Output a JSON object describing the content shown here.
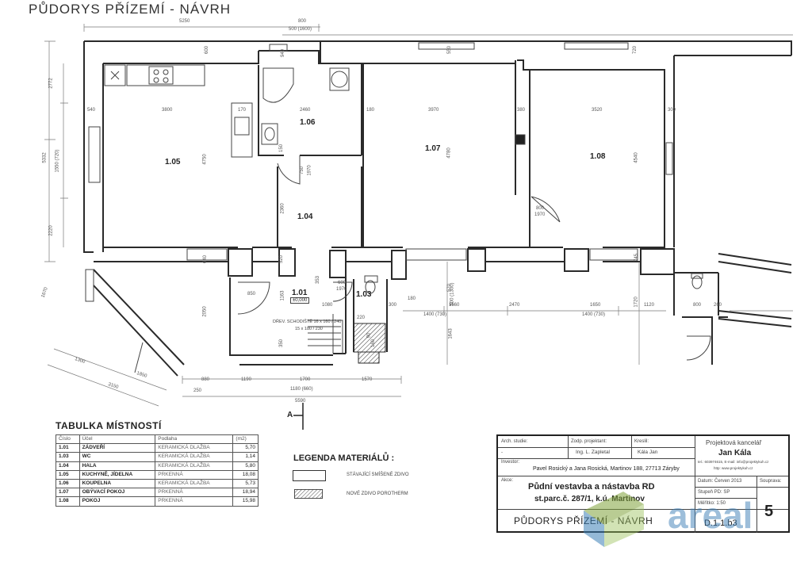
{
  "drawing": {
    "title": "PŮDORYS PŘÍZEMÍ - NÁVRH"
  },
  "rooms": [
    {
      "id": "1.05"
    },
    {
      "id": "1.06"
    },
    {
      "id": "1.07"
    },
    {
      "id": "1.08"
    },
    {
      "id": "1.04"
    },
    {
      "id": "1.01",
      "level": "±0,000"
    },
    {
      "id": "1.03"
    }
  ],
  "dimensions": {
    "top": [
      "5250",
      "800",
      "500 (1600)",
      "2460",
      "3970",
      "3520",
      "600",
      "550",
      "720",
      "940"
    ],
    "inner": [
      "540",
      "3800",
      "170",
      "180",
      "380",
      "300",
      "4750",
      "4780",
      "4540",
      "2360",
      "750",
      "1970",
      "800",
      "1970",
      "600",
      "1970",
      "850",
      "1080",
      "180",
      "1660",
      "2470",
      "1650",
      "1120",
      "800",
      "260",
      "300",
      "520",
      "640",
      "1163",
      "150",
      "353",
      "570",
      "500 (1300)",
      "1400 (730)",
      "1400 (730)",
      "1720",
      "745",
      "1643",
      "2050",
      "350",
      "220",
      "90",
      "160"
    ],
    "left": [
      "2772",
      "5332",
      "1550 (720)",
      "2220",
      "1670"
    ],
    "bottom": [
      "880",
      "1190",
      "1700",
      "1570",
      "250",
      "1180 (660)",
      "5590",
      "1300",
      "1850",
      "3150"
    ],
    "stair_note": "DŘEV. SCHODIŠTĚ 16 x 160 / 240",
    "stair_note2": "15 x 180 / 230",
    "section_mark": "A"
  },
  "room_table": {
    "title": "TABULKA MÍSTNOSTÍ",
    "headers": [
      "Číslo",
      "Účel",
      "Podlaha",
      "(m2)"
    ],
    "rows": [
      {
        "num": "1.01",
        "name": "ZÁDVEŘÍ",
        "floor": "KERAMICKÁ DLAŽBA",
        "area": "5,70"
      },
      {
        "num": "1.03",
        "name": "WC",
        "floor": "KERAMICKÁ DLAŽBA",
        "area": "1,14"
      },
      {
        "num": "1.04",
        "name": "HALA",
        "floor": "KERAMICKÁ DLAŽBA",
        "area": "5,80"
      },
      {
        "num": "1.05",
        "name": "KUCHYNĚ, JÍDELNA",
        "floor": "PRKENNÁ",
        "area": "18,08"
      },
      {
        "num": "1.06",
        "name": "KOUPELNA",
        "floor": "KERAMICKÁ DLAŽBA",
        "area": "5,73"
      },
      {
        "num": "1.07",
        "name": "OBÝVACÍ POKOJ",
        "floor": "PRKENNÁ",
        "area": "18,94"
      },
      {
        "num": "1.08",
        "name": "POKOJ",
        "floor": "PRKENNÁ",
        "area": "15,98"
      }
    ]
  },
  "legend": {
    "title": "LEGENDA MATERIÁLŮ :",
    "items": [
      {
        "label": "STÁVAJÍCÍ SMÍŠENÉ ZDIVO"
      },
      {
        "label": "NOVÉ ZDIVO POROTHERM"
      }
    ]
  },
  "title_block": {
    "arch_label": "Arch. studie:",
    "arch_value": "-",
    "zodp_label": "Zodp. projektant:",
    "zodp_value": "Ing. L. Zapletal",
    "kreslil_label": "Kreslil:",
    "kreslil_value": "Kála Jan",
    "office_label": "Projektová kancelář",
    "office_name": "Jan Kála",
    "office_contact": "tel.: 603974615, E-mail: info@projektykuh.cz",
    "office_web": "http: www.projektykuh.cz",
    "investor_label": "Investor:",
    "investor_value": "Pavel Rosický a Jana Rosická, Martinov 188, 27713 Záryby",
    "akce_label": "Akce:",
    "akce_value1": "Půdní vestavba a nástavba RD",
    "akce_value2": "st.parc.č. 287/1, k.ú. Martinov",
    "datum": "Datum: Červen 2013",
    "stupen": "Stupeň PD: SP",
    "meritko": "Měřítko: 1:50",
    "souprava": "Souprava:",
    "drawing_name": "PŮDORYS PŘÍZEMÍ - NÁVRH",
    "drawing_no": "D.1.1.b3",
    "sheet_no": "5"
  },
  "watermark": {
    "text": "areal"
  },
  "colors": {
    "line": "#2a2a2a",
    "dim": "#6a6a6a",
    "watermark_green": "#7fa33a",
    "watermark_blue": "#3d7fb6"
  }
}
